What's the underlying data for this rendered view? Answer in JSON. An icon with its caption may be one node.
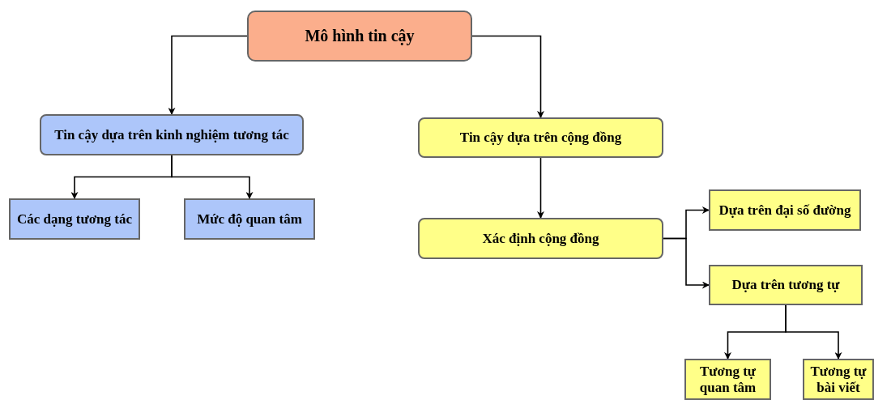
{
  "diagram": {
    "nodes": [
      {
        "text": [
          "Mô hình tin cậy"
        ]
      },
      {
        "text": [
          "Tin cậy dựa trên kinh nghiệm tương tác"
        ]
      },
      {
        "text": [
          "Các dạng tương tác"
        ]
      },
      {
        "text": [
          "Mức độ quan tâm"
        ]
      },
      {
        "text": [
          "Tin cậy dựa trên cộng đồng"
        ]
      },
      {
        "text": [
          "Xác định cộng đồng"
        ]
      },
      {
        "text": [
          "Dựa trên đại số đường"
        ]
      },
      {
        "text": [
          "Dựa trên tương tự"
        ]
      },
      {
        "text": [
          "Tương tự quan tâm"
        ]
      },
      {
        "text": [
          "Tương tự bài viết"
        ]
      }
    ],
    "edges": [
      {
        "from": 0,
        "to": 1,
        "arrow": "to"
      },
      {
        "from": 0,
        "to": 4,
        "arrow": "to"
      },
      {
        "from": 1,
        "to": 2,
        "arrow": "to"
      },
      {
        "from": 1,
        "to": 3,
        "arrow": "to"
      },
      {
        "from": 4,
        "to": 5,
        "arrow": "to"
      },
      {
        "from": 5,
        "to": 6,
        "arrow": "to"
      },
      {
        "from": 5,
        "to": 7,
        "arrow": "to"
      },
      {
        "from": 7,
        "to": 8,
        "arrow": "to"
      },
      {
        "from": 7,
        "to": 9,
        "arrow": "to"
      }
    ]
  }
}
